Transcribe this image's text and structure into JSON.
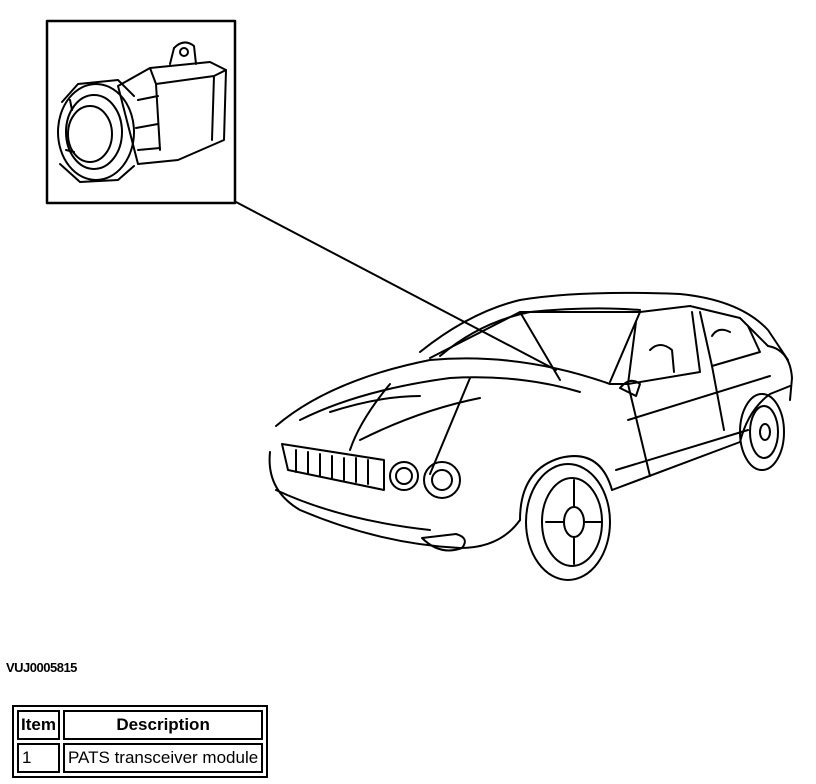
{
  "figure": {
    "code": "VUJ0005815"
  },
  "legend": {
    "headers": {
      "item": "Item",
      "description": "Description"
    },
    "rows": [
      {
        "item": "1",
        "description": "PATS transceiver module"
      }
    ]
  }
}
